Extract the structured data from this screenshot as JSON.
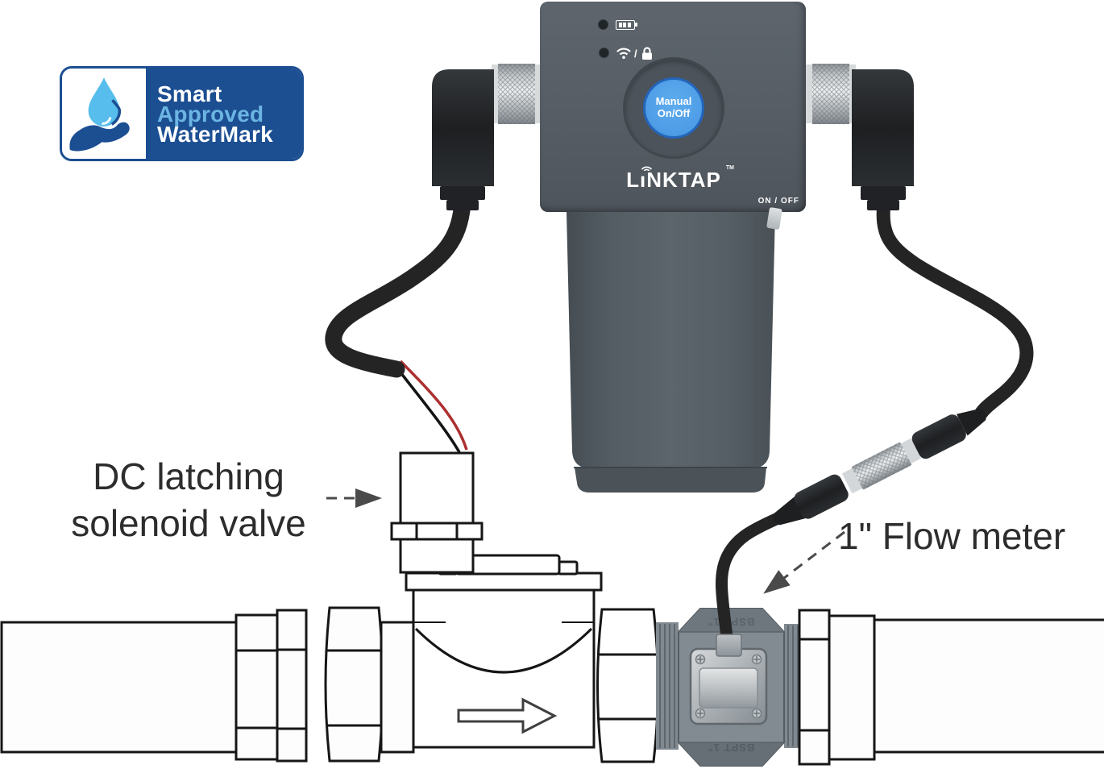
{
  "badge": {
    "lines": [
      {
        "text": "Smart",
        "color": "#ffffff"
      },
      {
        "text": "Approved",
        "color": "#6cb5e3"
      },
      {
        "text": "WaterMark",
        "color": "#ffffff"
      }
    ],
    "background_color": "#1c4e92",
    "drop_color": "#56bdec",
    "hand_color": "#1c4e92"
  },
  "device": {
    "brand": "LıNKTAP",
    "trademark": "TM",
    "button": {
      "line1": "Manual",
      "line2": "On/Off"
    },
    "switch_label": "ON / OFF",
    "indicator_separator": "/",
    "colors": {
      "body": "#565d64",
      "button_fill": "#4d9ce6",
      "button_border": "#2465bb"
    }
  },
  "annotations": {
    "solenoid_line1": "DC latching",
    "solenoid_line2": "solenoid valve",
    "flow_meter": "1\" Flow meter"
  },
  "flow_meter": {
    "embossed_text": "BSPT 1\"",
    "body_color": "#7d868e"
  },
  "cable_color": "#242424"
}
